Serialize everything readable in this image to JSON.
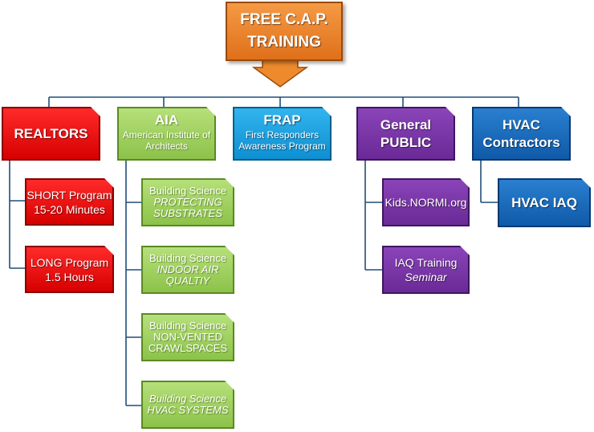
{
  "title": {
    "line1": "FREE C.A.P.",
    "line2": "TRAINING"
  },
  "columns": [
    {
      "heading": "REALTORS",
      "subtitle": ""
    },
    {
      "heading": "AIA",
      "subtitle": "American Institute of Architects"
    },
    {
      "heading": "FRAP",
      "subtitle": "First Responders Awareness Program"
    },
    {
      "heading": "General PUBLIC",
      "subtitle": ""
    },
    {
      "heading": "HVAC Contractors",
      "subtitle": ""
    }
  ],
  "realtors_items": [
    {
      "line1": "SHORT Program",
      "line2": "15-20 Minutes"
    },
    {
      "line1": "LONG Program",
      "line2": "1.5 Hours"
    }
  ],
  "aia_items": [
    {
      "line1": "Building Science",
      "line2": "PROTECTING SUBSTRATES"
    },
    {
      "line1": "Building Science",
      "line2": "INDOOR AIR QUALTIY"
    },
    {
      "line1": "Building Science",
      "line2": "NON-VENTED CRAWLSPACES"
    },
    {
      "line1": "Building Science",
      "line2": "HVAC SYSTEMS"
    }
  ],
  "public_items": [
    {
      "line1": "Kids.NORMI.org",
      "line2": ""
    },
    {
      "line1": "IAQ Training",
      "line2": "Seminar"
    }
  ],
  "hvac_items": [
    {
      "line1": "HVAC IAQ",
      "line2": ""
    }
  ],
  "colors": {
    "root": "#e87d25",
    "realtors": "#e60000",
    "aia": "#9bcf5b",
    "frap": "#1aa3e3",
    "public": "#7a35a8",
    "hvac": "#1868bd",
    "connector": "#1f4e79"
  }
}
